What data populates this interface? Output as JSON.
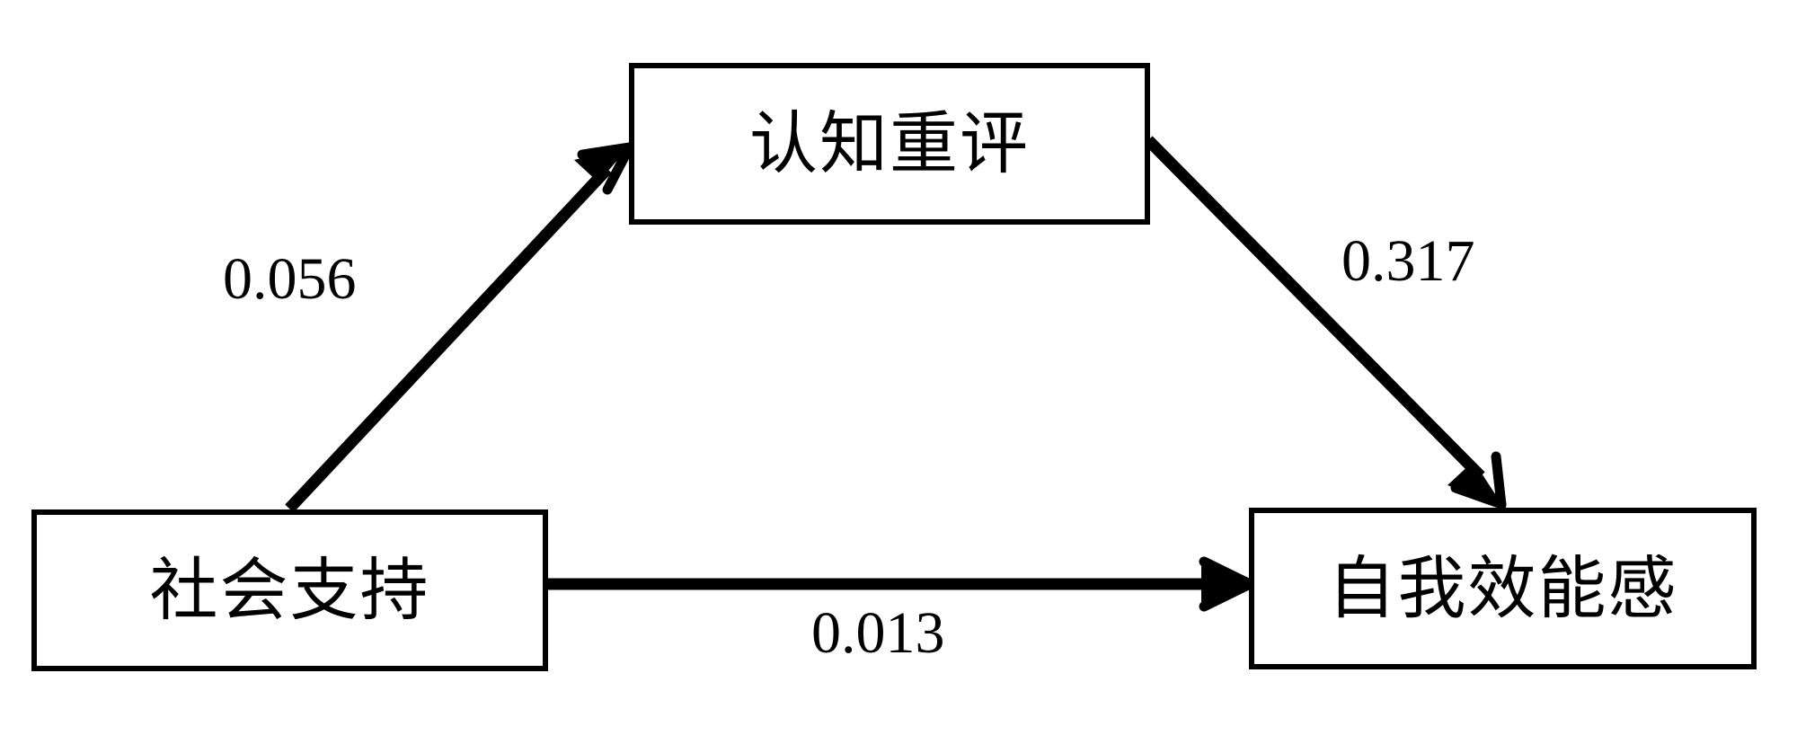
{
  "diagram": {
    "title": "Mediation model: Social Support -> Cognitive Reappraisal -> Self-Efficacy",
    "background_color": "#ffffff",
    "stroke_color": "#000000",
    "nodes": [
      {
        "id": "mediator",
        "label": "认知重评"
      },
      {
        "id": "predictor",
        "label": "社会支持"
      },
      {
        "id": "outcome",
        "label": "自我效能感"
      }
    ],
    "edges": [
      {
        "id": "a-path",
        "from": "predictor",
        "to": "mediator",
        "value": "0.056",
        "direction": "up-right"
      },
      {
        "id": "b-path",
        "from": "mediator",
        "to": "outcome",
        "value": "0.317",
        "direction": "down-right"
      },
      {
        "id": "c-path",
        "from": "predictor",
        "to": "outcome",
        "value": "0.013",
        "direction": "right"
      }
    ]
  }
}
